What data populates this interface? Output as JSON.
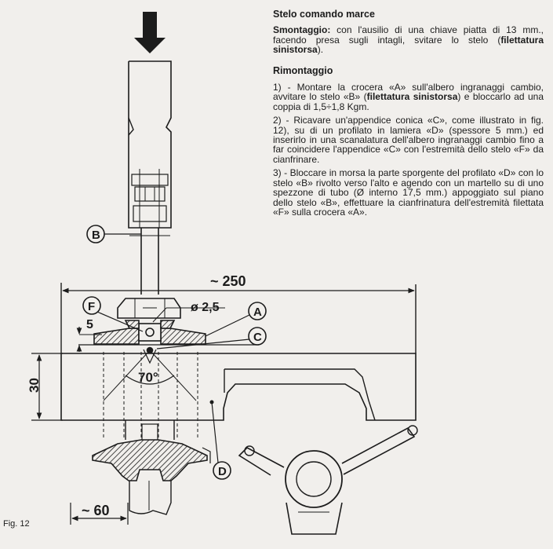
{
  "section": {
    "title": "Stelo comando marce",
    "smontaggio": {
      "label": "Smontaggio:",
      "text_1": " con l'ausilio di una chiave piatta di 13 mm., facendo presa sugli intagli, svitare lo stelo (",
      "bold_1": "filettatura sinistorsa",
      "text_2": ")."
    },
    "rimontaggio": {
      "heading": "Rimontaggio",
      "step_1": {
        "text_1": "1) - Montare la crocera «A» sull'albero ingranaggi cambio, avvitare lo stelo «B» (",
        "bold_1": "filettatura sinistorsa",
        "text_2": ") e bloccarlo ad una coppia di 1,5÷1,8 Kgm."
      },
      "step_2": "2) - Ricavare un'appendice conica «C», come illustrato in fig. 12), su di un profilato in lamiera «D» (spessore 5 mm.) ed inserirlo in una scanalatura dell'albero ingranaggi cambio fino a far coincidere l'appendice «C» con l'estremità dello stelo «F» da cianfrinare.",
      "step_3": "3) - Bloccare in morsa la parte sporgente del profilato «D» con lo stelo «B» rivolto verso l'alto e agendo con un martello su di uno spezzone di tubo (Ø interno 17,5 mm.) appoggiato sul piano dello stelo «B», effettuare la cianfrinatura dell'estremità filettata «F» sulla crocera «A»."
    }
  },
  "figure": {
    "label": "Fig. 12",
    "dimensions": {
      "width_250": "~ 250",
      "diameter": "ø 2,5",
      "thickness": "5",
      "height": "30",
      "angle": "70°",
      "width_60": "~ 60"
    },
    "callouts": {
      "A": "A",
      "B": "B",
      "C": "C",
      "D": "D",
      "F": "F"
    }
  },
  "colors": {
    "paper": "#f1efec",
    "ink": "#1c1c1c"
  }
}
